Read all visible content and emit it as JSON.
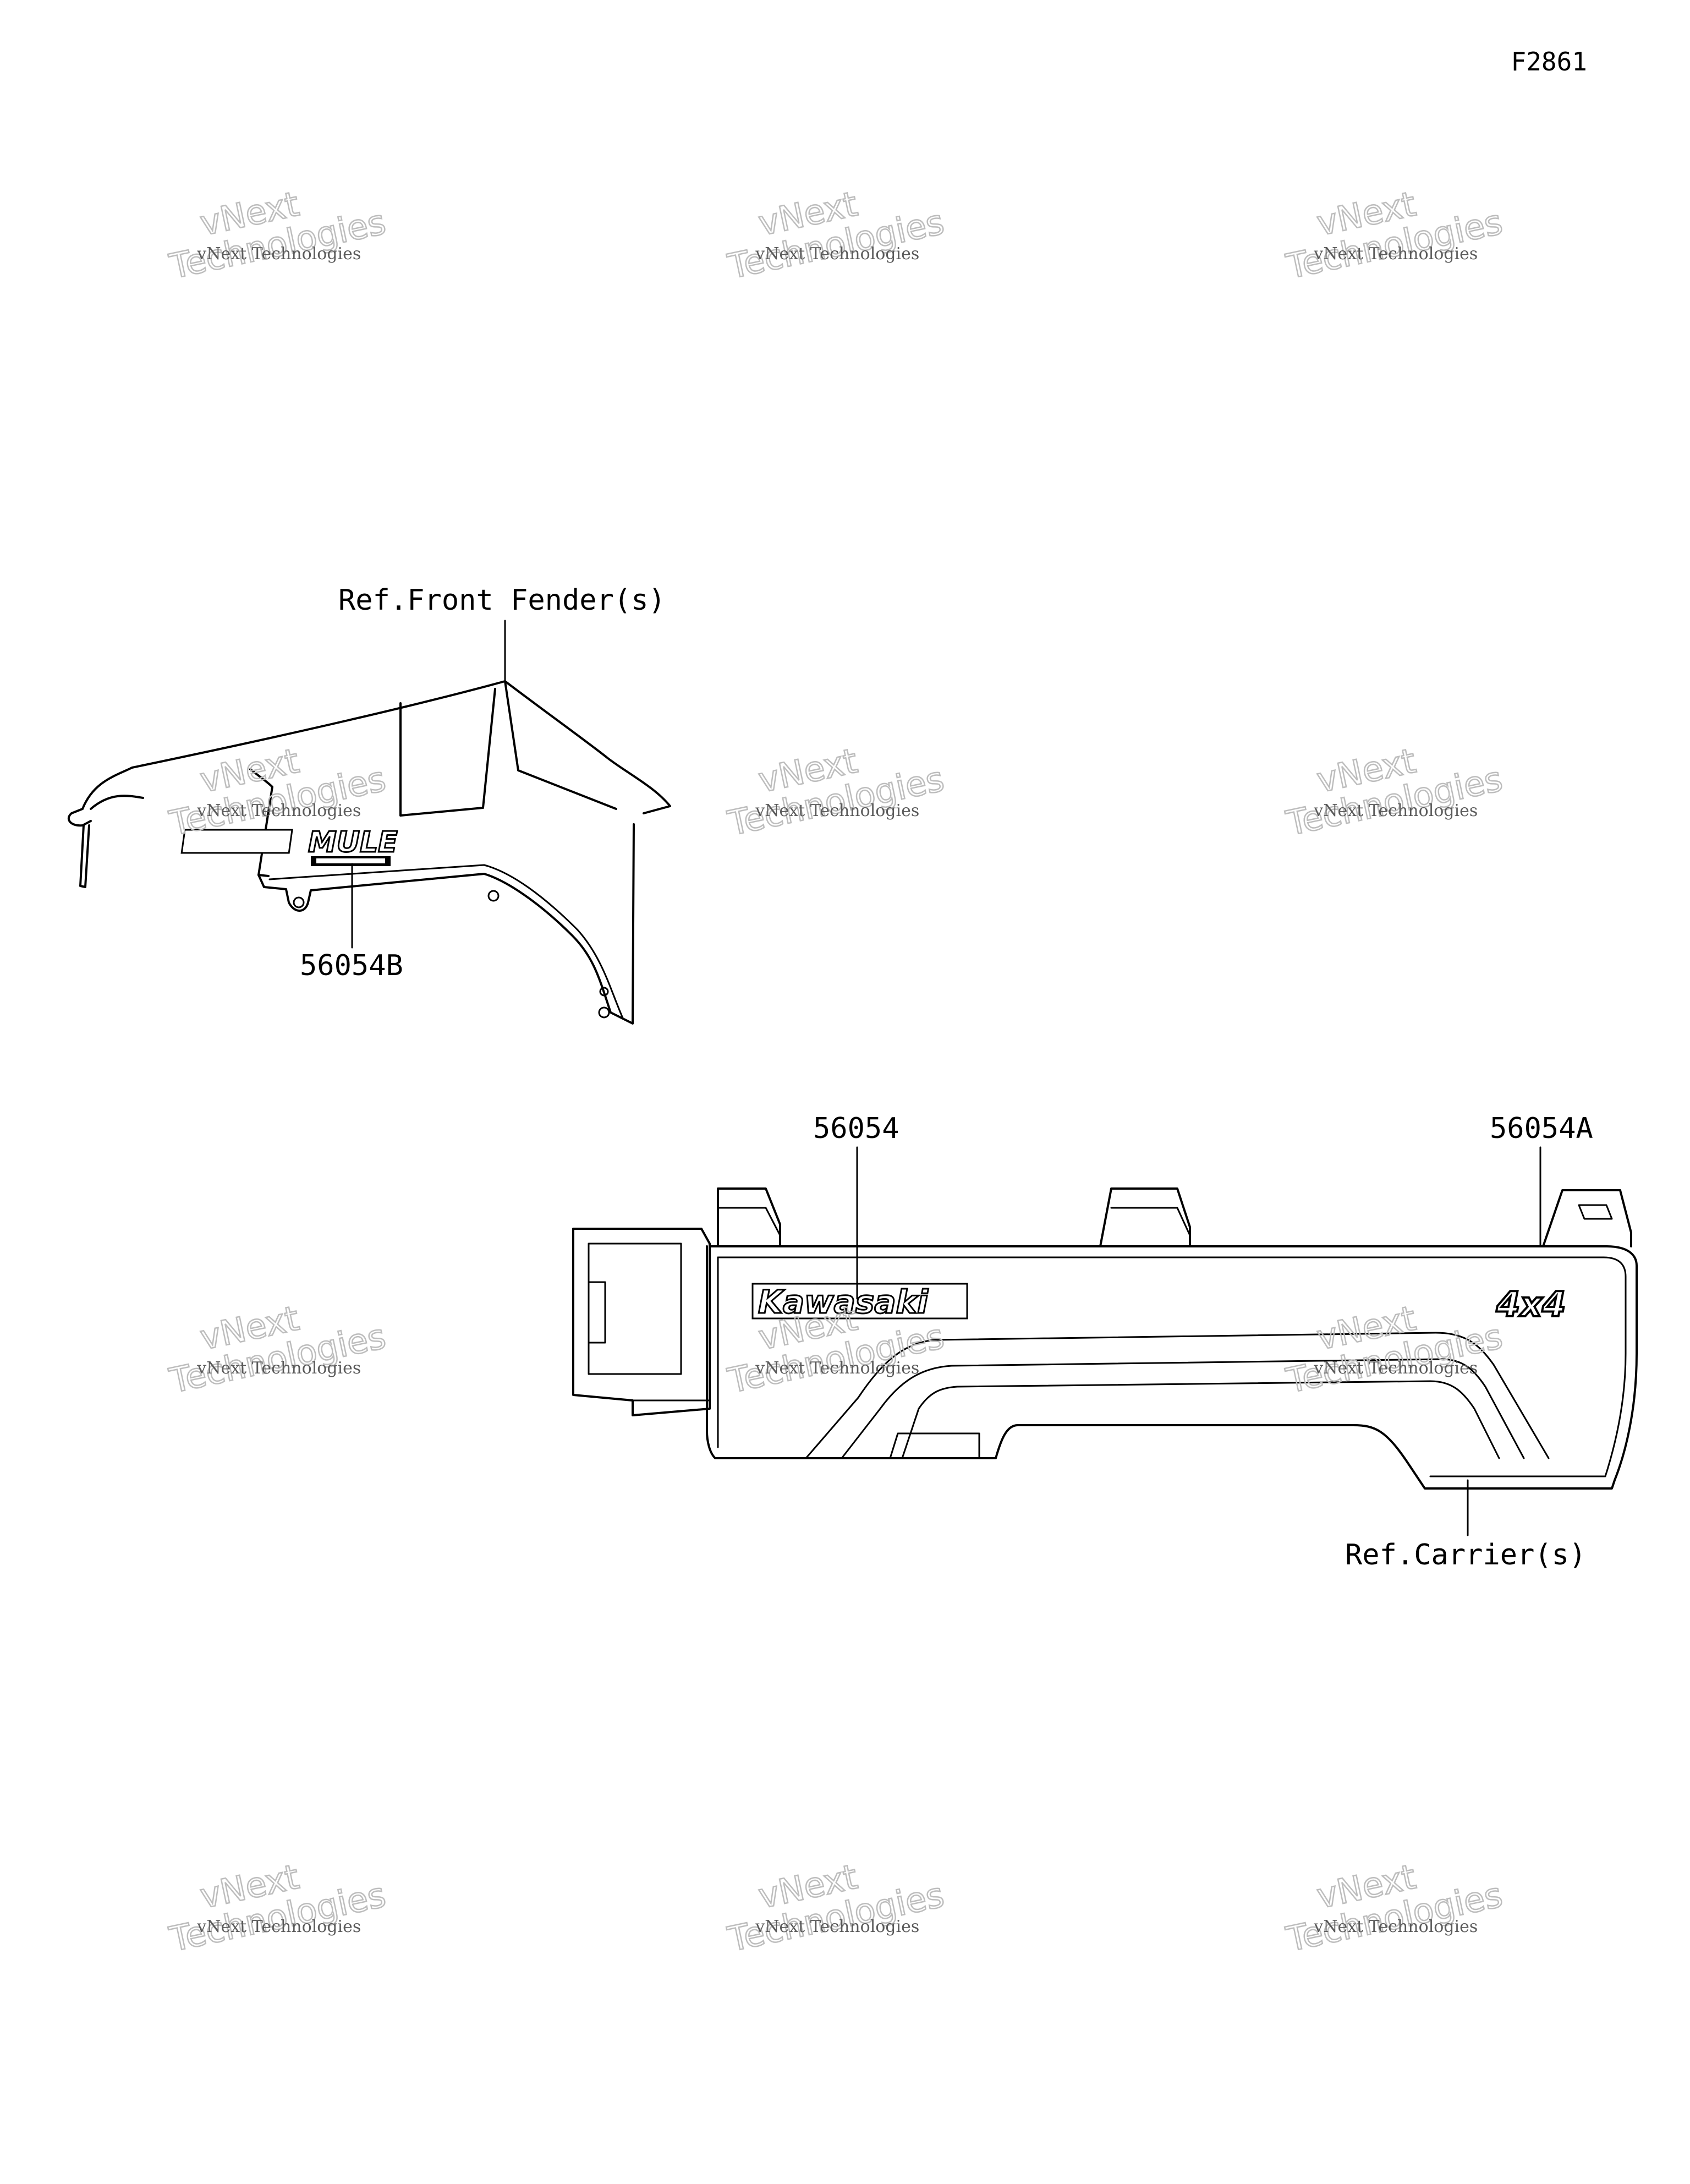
{
  "figure_code": "F2861",
  "callouts": {
    "ref_front_fender": "Ref.Front Fender(s)",
    "part_56054B": "56054B",
    "part_56054": "56054",
    "part_56054A": "56054A",
    "ref_carrier": "Ref.Carrier(s)"
  },
  "decal_text": {
    "kawasaki": "Kawasaki",
    "four_by_four": "4x4",
    "mule": "MULE"
  },
  "watermark": {
    "line_small": "vNext Technologies",
    "line_vnext": "vNext",
    "line_tech": "Technologies"
  },
  "colors": {
    "line": "#000000",
    "watermark_text": "#5a5a5a",
    "watermark_outline": "#bdbdbd",
    "background": "#ffffff"
  }
}
